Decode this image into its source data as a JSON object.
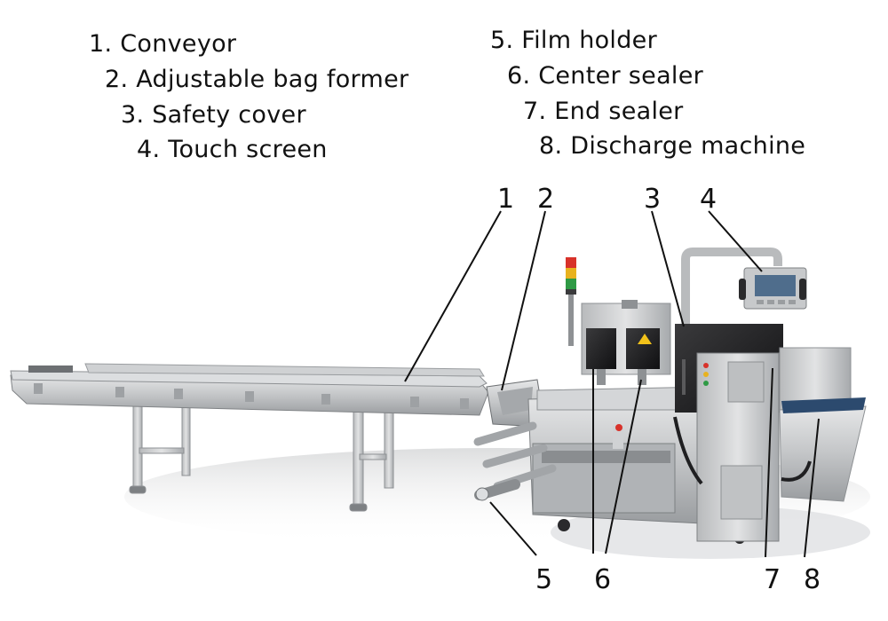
{
  "legend": {
    "left": [
      "1. Conveyor",
      "2. Adjustable bag former",
      "3. Safety cover",
      "4. Touch screen"
    ],
    "right": [
      "5. Film holder",
      "6. Center sealer",
      "7. End sealer",
      "8. Discharge machine"
    ]
  },
  "callouts": [
    "1",
    "2",
    "3",
    "4",
    "5",
    "6",
    "7",
    "8"
  ],
  "machine": {
    "components": [
      "conveyor",
      "bag-former",
      "safety-cover",
      "touch-screen",
      "film-holder",
      "center-sealer",
      "end-sealer",
      "discharge-machine",
      "signal-tower"
    ],
    "colors": {
      "steel": "#c9cbcd",
      "steel_dark": "#8e9194",
      "cover_black": "#1c1c1e",
      "screen_blue": "#4f6d8c",
      "belt_blue": "#2c4a6e",
      "signal_red": "#d8322a",
      "signal_yellow": "#e8b21f",
      "signal_green": "#2f9a45"
    }
  }
}
